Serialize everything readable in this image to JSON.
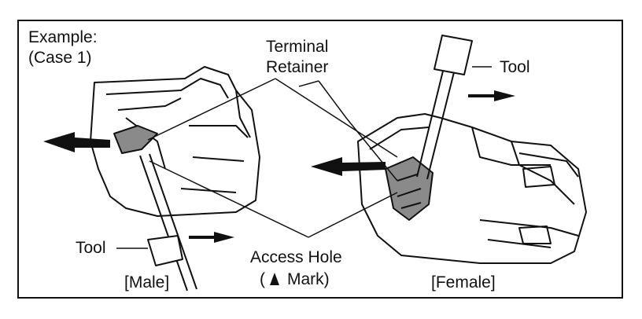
{
  "labels": {
    "example": "Example:",
    "case": "(Case 1)",
    "terminal": "Terminal",
    "retainer": "Retainer",
    "tool_top": "Tool",
    "tool_bottom": "Tool",
    "male": "[Male]",
    "access_hole": "Access Hole",
    "mark_open": "(",
    "mark_word": "Mark)",
    "female": "[Female]"
  },
  "icons": {
    "mark_symbol": "triangle-mark-icon"
  },
  "colors": {
    "ink": "#111111",
    "retainer_fill": "#8a8a8a",
    "background": "#ffffff"
  }
}
